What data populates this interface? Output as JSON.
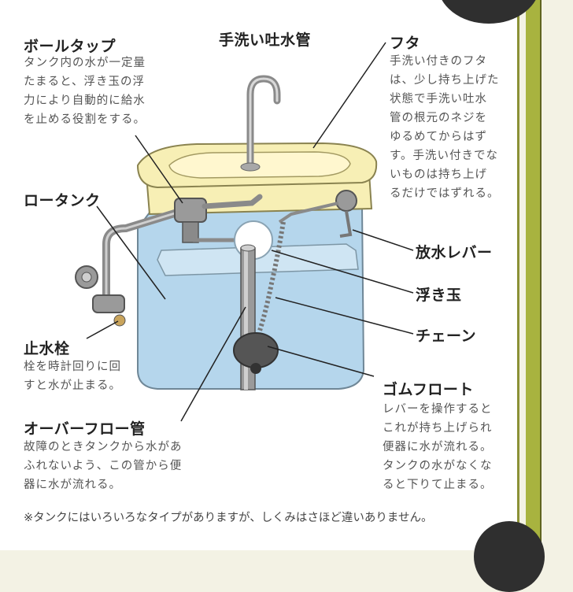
{
  "labels": {
    "ball_tap": {
      "title": "ボールタップ",
      "desc": [
        "タンク内の水が一定量",
        "たまると、浮き玉の浮",
        "力により自動的に給水",
        "を止める役割をする。"
      ]
    },
    "spout": {
      "title": "手洗い吐水管"
    },
    "lid": {
      "title": "フタ",
      "desc": [
        "手洗い付きのフタ",
        "は、少し持ち上げた",
        "状態で手洗い吐水",
        "管の根元のネジを",
        "ゆるめてからはず",
        "す。手洗い付きでな",
        "いものは持ち上げ",
        "るだけではずれる。"
      ]
    },
    "low_tank": {
      "title": "ロータンク"
    },
    "lever": {
      "title": "放水レバー"
    },
    "float_ball": {
      "title": "浮き玉"
    },
    "chain": {
      "title": "チェーン"
    },
    "stop_valve": {
      "title": "止水栓",
      "desc": [
        "栓を時計回りに回",
        "すと水が止まる。"
      ]
    },
    "rubber_float": {
      "title": "ゴムフロート",
      "desc": [
        "レバーを操作すると",
        "これが持ち上げられ",
        "便器に水が流れる。",
        "タンクの水がなくな",
        "ると下りて止まる。"
      ]
    },
    "overflow": {
      "title": "オーバーフロー管",
      "desc": [
        "故障のときタンクから水があ",
        "ふれないよう、この管から便",
        "器に水が流れる。"
      ]
    }
  },
  "footnote": "※タンクにはいろいろなタイプがありますが、しくみはさほど違いありません。",
  "colors": {
    "water": "#b5d6ec",
    "lid": "#f7efb5",
    "metal": "#9a9a9a",
    "accent_bar": "#a8b33f"
  }
}
